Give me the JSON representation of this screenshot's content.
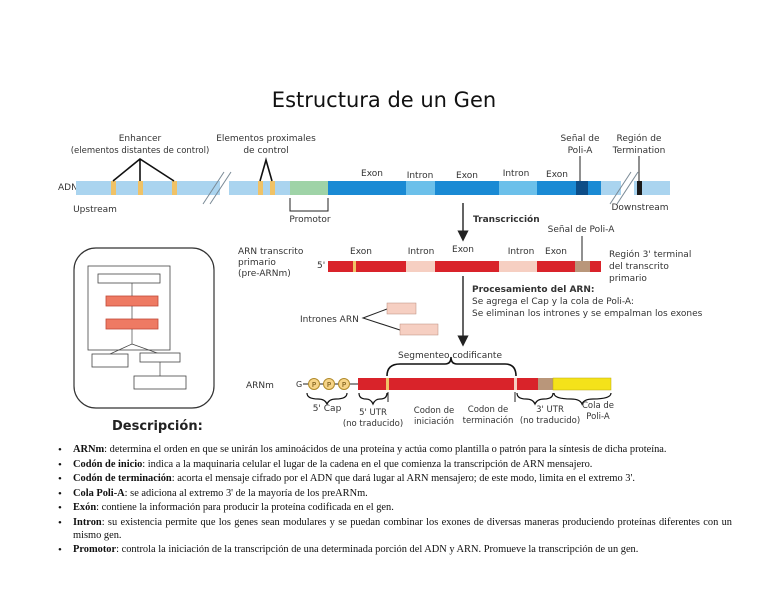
{
  "title": "Estructura de un Gen",
  "dna": {
    "strand_label": "ADN",
    "upstream": "Upstream",
    "downstream": "Downstream",
    "enhancer_line1": "Enhancer",
    "enhancer_line2": "(elementos distantes de control)",
    "proximal_line1": "Elementos proximales",
    "proximal_line2": "de control",
    "polya_signal_line1": "Señal de",
    "polya_signal_line2": "Poli-A",
    "termination_line1": "Región de",
    "termination_line2": "Termination",
    "promoter": "Promotor",
    "exon1": "Exon",
    "intron1": "Intron",
    "exon2": "Exon",
    "intron2": "Intron",
    "exon3": "Exon"
  },
  "transcription": {
    "label": "Transcricción"
  },
  "pre_mrna": {
    "label_line1": "ARN transcrito",
    "label_line2": "primario",
    "label_line3": "(pre-ARNm)",
    "five_prime": "5'",
    "exon1": "Exon",
    "intron1": "Intron",
    "exon2": "Exon",
    "intron2": "Intron",
    "exon3": "Exon",
    "polya_signal": "Señal de Poli-A",
    "region3_line1": "Región 3' terminal",
    "region3_line2": "del transcrito",
    "region3_line3": "primario"
  },
  "processing": {
    "title": "Procesamiento del ARN:",
    "line1": "Se agrega el Cap y la cola de Poli-A:",
    "line2": "Se eliminan los intrones y se empalman los exones",
    "introns_label": "Intrones ARN"
  },
  "mrna": {
    "label": "ARNm",
    "coding_segment": "Segmenteo codificante",
    "g": "G",
    "p": "P",
    "cap": "5' Cap",
    "utr5_line1": "5' UTR",
    "utr5_line2": "(no traducido)",
    "start_line1": "Codon de",
    "start_line2": "iniciación",
    "stop_line1": "Codon de",
    "stop_line2": "terminación",
    "utr3_line1": "3' UTR",
    "utr3_line2": "(no traducido)",
    "polya_line1": "Cola de",
    "polya_line2": "Poli-A"
  },
  "description": {
    "title": "Descripción:",
    "items": [
      {
        "term": "ARNm",
        "text": ": determina el orden en que se unirán los aminoácidos de una proteína y actúa como plantilla o patrón para la síntesis de dicha proteína."
      },
      {
        "term": "Codón de inicio",
        "text": ": indica a la maquinaria celular el lugar de la cadena en el que comienza la transcripción de ARN mensajero."
      },
      {
        "term": "Codón de terminación",
        "text": ": acorta el mensaje cifrado por el ADN que dará lugar al ARN mensajero; de este modo, limita en el extremo 3'."
      },
      {
        "term": "Cola Poli-A",
        "text": ": se adiciona al extremo 3' de la mayoría de los preARNm."
      },
      {
        "term": "Exón",
        "text": ": contiene la información para producir la proteína codificada en el gen."
      },
      {
        "term": "Intron",
        "text": ": su existencia permite que los genes sean modulares y se puedan combinar los exones de diversas maneras produciendo proteínas diferentes con un mismo gen."
      },
      {
        "term": "Promotor",
        "text": ": controla la iniciación de la transcripción de una determinada porción del ADN y ARN. Promueve la transcripción de un gen."
      }
    ]
  },
  "colors": {
    "dna_light": "#aad4ef",
    "exon_blue": "#1a8ad4",
    "intron_blue": "#6cc0ea",
    "promoter_green": "#9fd3a7",
    "enhancer_yellow": "#f0c266",
    "rna_red": "#d9232a",
    "intron_pink": "#f6cfc2",
    "utr_tan": "#b9967a",
    "polya_yellow": "#f4e21a",
    "cap_fill": "#f6d488"
  }
}
